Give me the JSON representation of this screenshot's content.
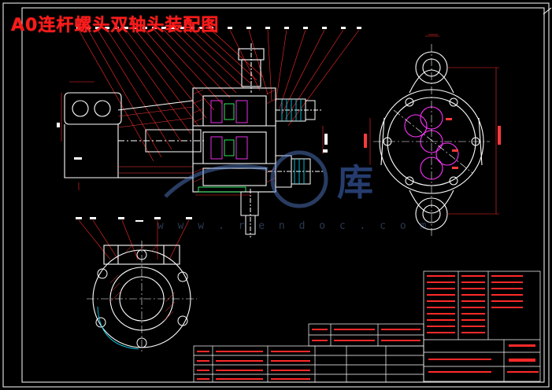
{
  "drawing": {
    "title": "A0连杆螺头双轴头装配图",
    "watermark_url": "w w w . r e n d o c . c o m",
    "watermark_char": "库",
    "colors": {
      "background": "#000000",
      "frame": "#ffffff",
      "title": "#ff1a1a",
      "outline": "#ffffff",
      "dimension": "#ff2a2a",
      "hidden": "#ff3b3b",
      "center": "#ffffff",
      "gear": "#ff33ff",
      "part": "#33ff66",
      "accent": "#00e5ff",
      "watermark": "#5a84d6"
    }
  }
}
